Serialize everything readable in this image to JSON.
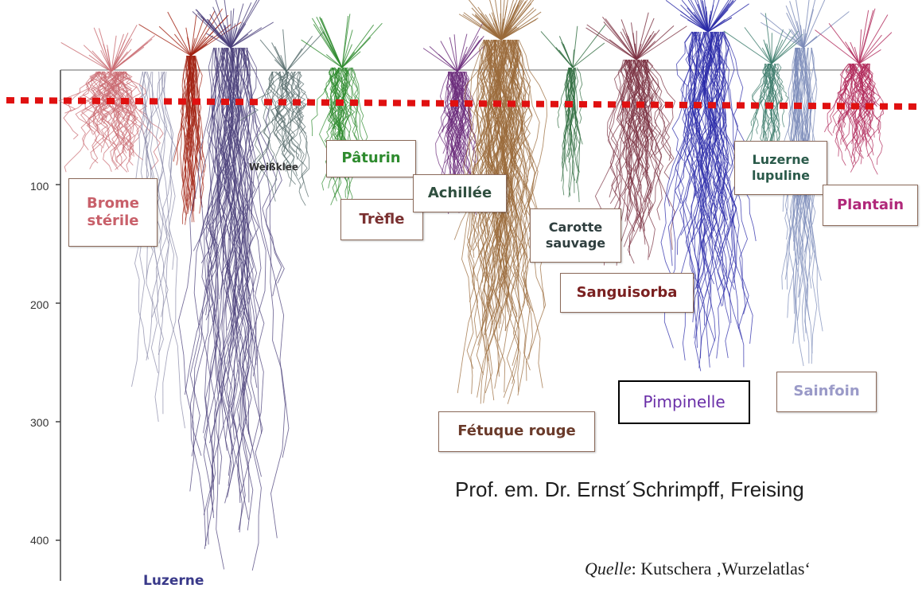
{
  "axis": {
    "ticks": [
      "100",
      "200",
      "300",
      "400"
    ]
  },
  "labels": {
    "brome": "Brome\nstérile",
    "weissklee": "Weißklee",
    "paturin": "Pâturin",
    "trefle": "Trèfle",
    "achillee": "Achillée",
    "carotte": "Carotte\nsauvage",
    "sanguisorba": "Sanguisorba",
    "luzerne_lupuline": "Luzerne\nlupuline",
    "plantain": "Plantain",
    "pimpinelle": "Pimpinelle",
    "sainfoin": "Sainfoin",
    "fetuque": "Fétuque rouge",
    "luzerne": "Luzerne"
  },
  "colors": {
    "brome": "#c8606a",
    "paturin": "#2e8b2e",
    "trefle": "#7a3030",
    "achillee": "#2f4f3f",
    "carotte": "#2f3f3f",
    "sanguisorba": "#7a2020",
    "luzerne_lupuline": "#2a5a4a",
    "plantain": "#b0287a",
    "pimpinelle": "#6a2fa8",
    "sainfoin": "#9a9ac8",
    "fetuque": "#6a3a2a",
    "luzerne": "#3a3a8a",
    "threshold_line": "#e01010"
  },
  "credit": "Prof. em. Dr. Ernst´Schrimpff, Freising",
  "source": {
    "prefix": "Quelle",
    "rest": ": Kutschera ‚Wurzelatlas‘"
  }
}
